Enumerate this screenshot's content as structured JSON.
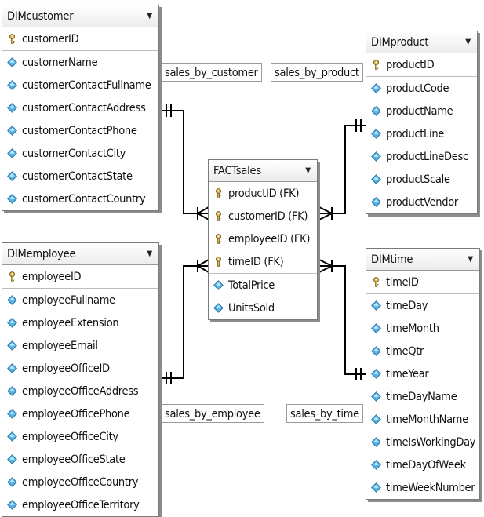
{
  "tables": {
    "customer": {
      "title": "DIMcustomer",
      "fields": [
        {
          "name": "customerID",
          "key": true
        },
        {
          "name": "customerName"
        },
        {
          "name": "customerContactFullname"
        },
        {
          "name": "customerContactAddress"
        },
        {
          "name": "customerContactPhone"
        },
        {
          "name": "customerContactCity"
        },
        {
          "name": "customerContactState"
        },
        {
          "name": "customerContactCountry"
        }
      ]
    },
    "product": {
      "title": "DIMproduct",
      "fields": [
        {
          "name": "productID",
          "key": true
        },
        {
          "name": "productCode"
        },
        {
          "name": "productName"
        },
        {
          "name": "productLine"
        },
        {
          "name": "productLineDesc"
        },
        {
          "name": "productScale"
        },
        {
          "name": "productVendor"
        }
      ]
    },
    "fact": {
      "title": "FACTsales",
      "fields": [
        {
          "name": "productID (FK)",
          "key": true
        },
        {
          "name": "customerID (FK)",
          "key": true
        },
        {
          "name": "employeeID (FK)",
          "key": true
        },
        {
          "name": "timeID (FK)",
          "key": true
        },
        {
          "name": "TotalPrice"
        },
        {
          "name": "UnitsSold"
        }
      ]
    },
    "employee": {
      "title": "DIMemployee",
      "fields": [
        {
          "name": "employeeID",
          "key": true
        },
        {
          "name": "employeeFullname"
        },
        {
          "name": "employeeExtension"
        },
        {
          "name": "employeeEmail"
        },
        {
          "name": "employeeOfficeID"
        },
        {
          "name": "employeeOfficeAddress"
        },
        {
          "name": "employeeOfficePhone"
        },
        {
          "name": "employeeOfficeCity"
        },
        {
          "name": "employeeOfficeState"
        },
        {
          "name": "employeeOfficeCountry"
        },
        {
          "name": "employeeOfficeTerritory"
        }
      ]
    },
    "time": {
      "title": "DIMtime",
      "fields": [
        {
          "name": "timeID",
          "key": true
        },
        {
          "name": "timeDay"
        },
        {
          "name": "timeMonth"
        },
        {
          "name": "timeQtr"
        },
        {
          "name": "timeYear"
        },
        {
          "name": "timeDayName"
        },
        {
          "name": "timeMonthName"
        },
        {
          "name": "timeIsWorkingDay"
        },
        {
          "name": "timeDayOfWeek"
        },
        {
          "name": "timeWeekNumber"
        }
      ]
    }
  },
  "relationships": {
    "sales_by_customer": "sales_by_customer",
    "sales_by_product": "sales_by_product",
    "sales_by_employee": "sales_by_employee",
    "sales_by_time": "sales_by_time"
  },
  "icons": {
    "key": "key-icon",
    "column": "column-diamond-icon",
    "dropdown": "chevron-down-icon"
  },
  "colors": {
    "column_icon": "#3aa0d8",
    "key_icon": "#c9a642"
  }
}
